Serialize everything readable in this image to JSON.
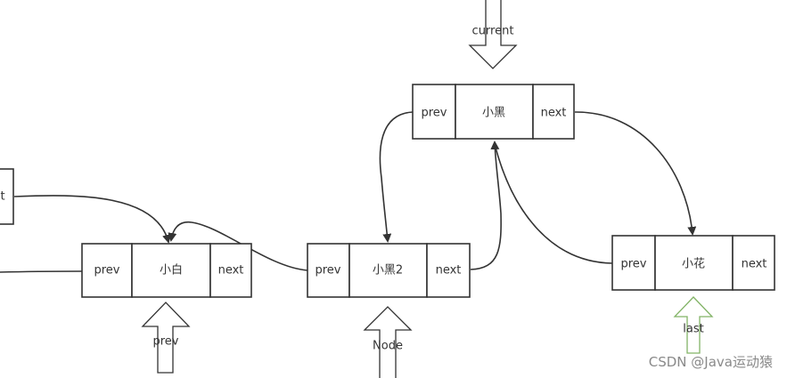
{
  "diagram": {
    "type": "doubly-linked-list",
    "nodes": [
      {
        "id": "partial-left",
        "prev": "",
        "data": "",
        "next": "t"
      },
      {
        "id": "xiaobai",
        "prev": "prev",
        "data": "小白",
        "next": "next"
      },
      {
        "id": "xiaohei2",
        "prev": "prev",
        "data": "小黑2",
        "next": "next"
      },
      {
        "id": "xiaohei",
        "prev": "prev",
        "data": "小黑",
        "next": "next"
      },
      {
        "id": "xiaohua",
        "prev": "prev",
        "data": "小花",
        "next": "next"
      }
    ],
    "pointers": [
      {
        "label": "current",
        "target": "xiaohei",
        "direction": "down",
        "color": "#333333"
      },
      {
        "label": "prev",
        "target": "xiaobai",
        "direction": "up",
        "color": "#333333"
      },
      {
        "label": "Node",
        "target": "xiaohei2",
        "direction": "up",
        "color": "#333333"
      },
      {
        "label": "last",
        "target": "xiaohua",
        "direction": "up",
        "color": "#82b366"
      }
    ],
    "edges": [
      {
        "from": "partial-left.next",
        "to": "xiaobai.data"
      },
      {
        "from": "xiaohei2.prev",
        "to": "xiaobai.data"
      },
      {
        "from": "xiaohei.prev",
        "to": "xiaohei2.data"
      },
      {
        "from": "xiaohei2.next",
        "to": "xiaohei.data"
      },
      {
        "from": "xiaohei.next",
        "to": "xiaohua.data"
      },
      {
        "from": "xiaohua.prev",
        "to": "xiaohei.data"
      }
    ]
  },
  "watermark": "CSDN @Java运动猿"
}
